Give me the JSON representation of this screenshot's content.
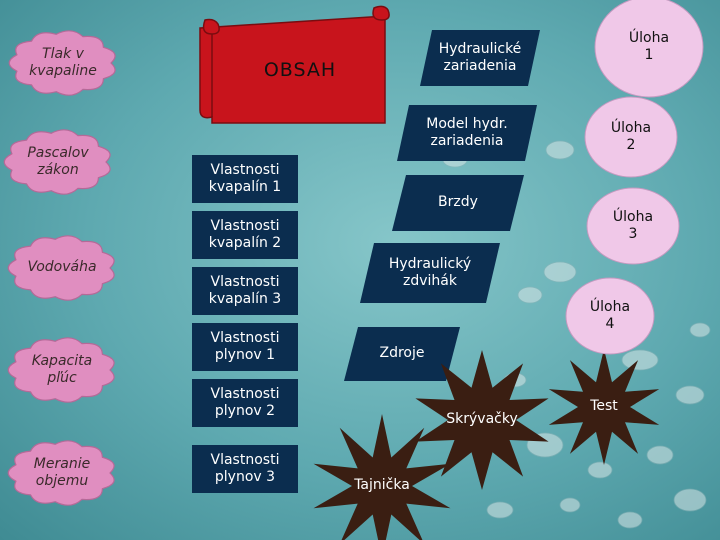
{
  "title": "OBSAH",
  "clouds": [
    "Tlak v\nkvapaline",
    "Pascalov\nzákon",
    "Vodováha",
    "Kapacita\npľúc",
    "Meranie\nobjemu"
  ],
  "properties": [
    "Vlastnosti\nkvapalín 1",
    "Vlastnosti\nkvapalín 2",
    "Vlastnosti\nkvapalín 3",
    "Vlastnosti\nplynov 1",
    "Vlastnosti\nplynov 2",
    "Vlastnosti\nplynov 3"
  ],
  "parallelograms": [
    "Hydraulické\nzariadenia",
    "Model hydr.\nzariadenia",
    "Brzdy",
    "Hydraulický\nzdvihák",
    "Zdroje"
  ],
  "stars": [
    "Skrývačky",
    "Tajnička",
    "Test"
  ],
  "tasks": [
    "Úloha\n1",
    "Úloha\n2",
    "Úloha\n3",
    "Úloha\n4"
  ],
  "colors": {
    "background": "#5ea9b0",
    "cloud_fill": "#e08ec0",
    "property_fill": "#0b2d4f",
    "title_fill": "#c8141c",
    "parallelogram_fill": "#0b2d4f",
    "star_fill": "#3a1e12",
    "task_fill": "#f0c8e8"
  }
}
